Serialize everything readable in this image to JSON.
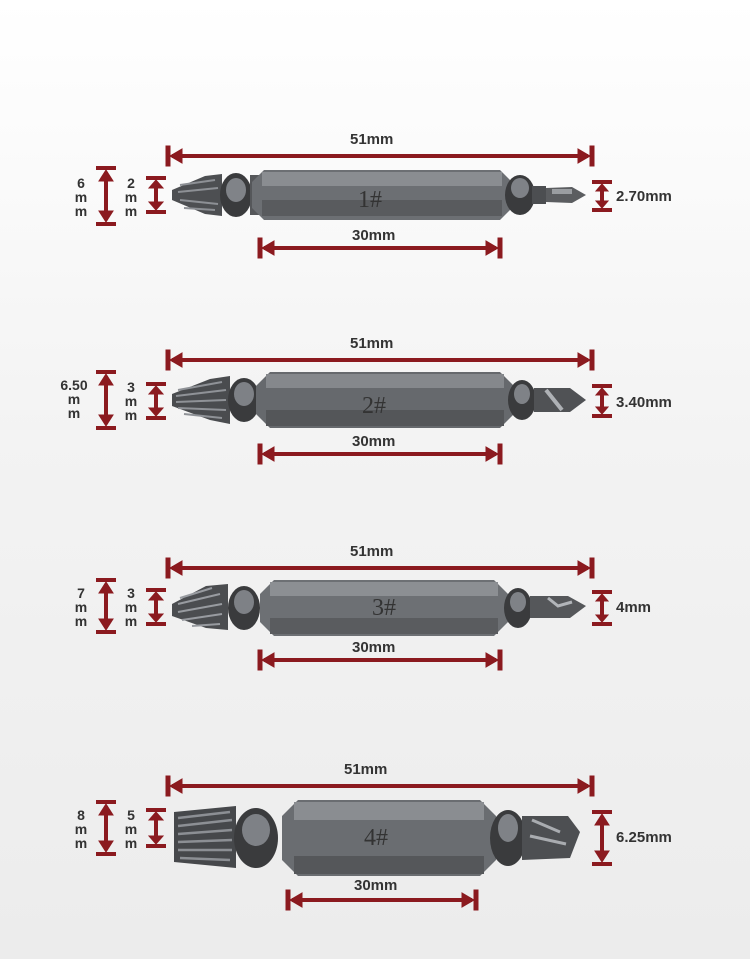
{
  "accent_color": "#8b1a1f",
  "bits": [
    {
      "id": "bit-1",
      "label": "1#",
      "total_length": "51mm",
      "hex_length": "30mm",
      "tip_diameter": "2.70mm",
      "outer_diameter": [
        "6",
        "m",
        "m"
      ],
      "inner_diameter": [
        "2",
        "m",
        "m"
      ]
    },
    {
      "id": "bit-2",
      "label": "2#",
      "total_length": "51mm",
      "hex_length": "30mm",
      "tip_diameter": "3.40mm",
      "outer_diameter": [
        "6.50",
        "m",
        "m"
      ],
      "inner_diameter": [
        "3",
        "m",
        "m"
      ]
    },
    {
      "id": "bit-3",
      "label": "3#",
      "total_length": "51mm",
      "hex_length": "30mm",
      "tip_diameter": "4mm",
      "outer_diameter": [
        "7",
        "m",
        "m"
      ],
      "inner_diameter": [
        "3",
        "m",
        "m"
      ]
    },
    {
      "id": "bit-4",
      "label": "4#",
      "total_length": "51mm",
      "hex_length": "30mm",
      "tip_diameter": "6.25mm",
      "outer_diameter": [
        "8",
        "m",
        "m"
      ],
      "inner_diameter": [
        "5",
        "m",
        "m"
      ]
    }
  ]
}
